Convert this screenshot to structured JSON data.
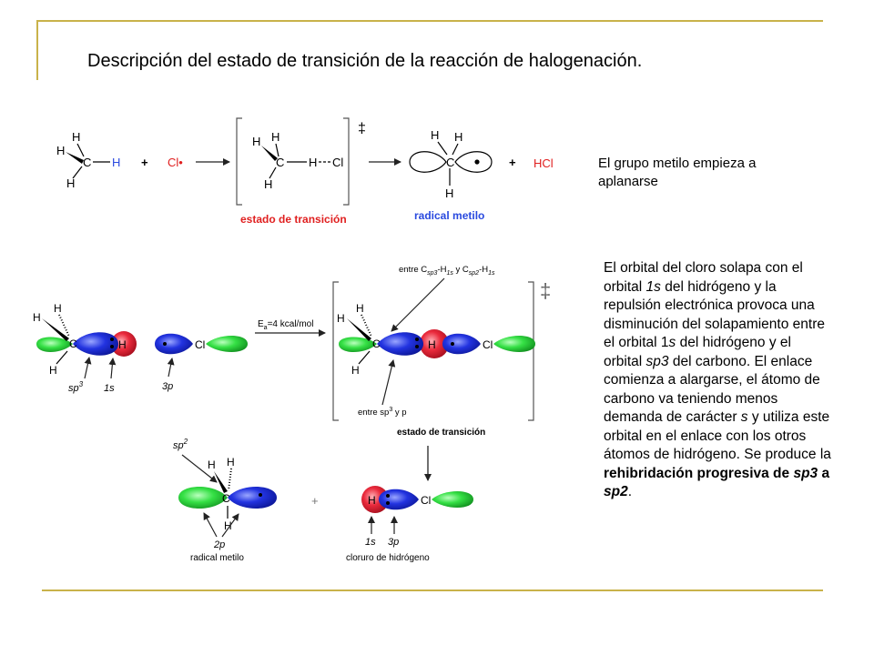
{
  "slide": {
    "title": "Descripción del estado de transición de la reacción de halogenación.",
    "note_top": "El grupo metilo empieza a aplanarse",
    "note_main": {
      "t1": "El orbital del cloro solapa con el orbital ",
      "t2": "1s",
      "t3": " del hidrógeno y la repulsión electrónica provoca una disminución del solapamiento entre el orbital 1",
      "t4": "s",
      "t5": " del hidrógeno y el orbital ",
      "t6": "sp3",
      "t7": " del carbono. El enlace comienza a alargarse, el átomo de carbono va teniendo menos demanda de carácter ",
      "t8": "s",
      "t9": " y utiliza este orbital en el enlace con los otros átomos de hidrógeno. Se produce la ",
      "t10": "rehibridación progresiva de ",
      "t11": "sp3",
      "t12": " a ",
      "t13": "sp2",
      "t14": "."
    }
  },
  "scheme": {
    "H": "H",
    "C": "C",
    "Cl": "Cl",
    "Cl_radical": "Cl•",
    "plus": "+",
    "HCl": "HCl",
    "dagger": "‡",
    "ts_label": "estado de transición",
    "radical_label": "radical metilo"
  },
  "orbitals": {
    "entre_top": "entre C",
    "sub_sp3": "sp3",
    "h1s": "-H",
    "sub_1s": "1s",
    "y": " y C",
    "sub_sp2": "sp2",
    "entre_bottom": "entre sp",
    "sup3": "3",
    "yp": " y p",
    "ts_label": "estado de transición",
    "ea": "E",
    "ea_sub": "a",
    "ea_val": "=4 kcal/mol",
    "sp": "sp",
    "sup2": "2",
    "s1": "1s",
    "p3": "3p",
    "p2": "2p",
    "radical_label": "radical metilo",
    "hcl_label": "cloruro de hidrógeno"
  },
  "colors": {
    "rule": "#c9b24a",
    "green": "#33dd44",
    "blue": "#1c2bd8",
    "red": "#e8283a",
    "label_red": "#e02020",
    "atom_blue": "#2a4adf"
  }
}
